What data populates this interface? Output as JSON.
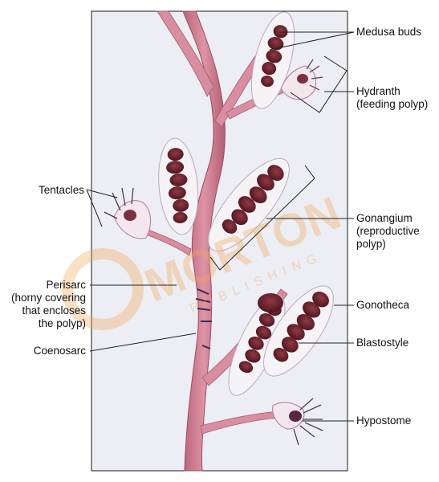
{
  "labels_left": {
    "tentacles": "Tentacles",
    "perisarc": [
      "Perisarc",
      "(horny covering",
      "that encloses",
      "the polyp)"
    ],
    "coenosarc": "Coenosarc"
  },
  "labels_right": {
    "medusa_buds": "Medusa buds",
    "hydranth": [
      "Hydranth",
      "(feeding polyp)"
    ],
    "gonangium": [
      "Gonangium",
      "(reproductive",
      "polyp)"
    ],
    "gonotheca": "Gonotheca",
    "blastostyle": "Blastostyle",
    "hypostome": "Hypostome"
  },
  "watermark": {
    "brand": "MORTON",
    "sub": "PUBLISHING"
  },
  "colors": {
    "panel_bg": "#eceef3",
    "stalk": "#c9778b",
    "stalk_dark": "#a9566c",
    "medusa": "#6b1f2a",
    "sheath": "#f4f1f4",
    "leader": "#222222"
  }
}
